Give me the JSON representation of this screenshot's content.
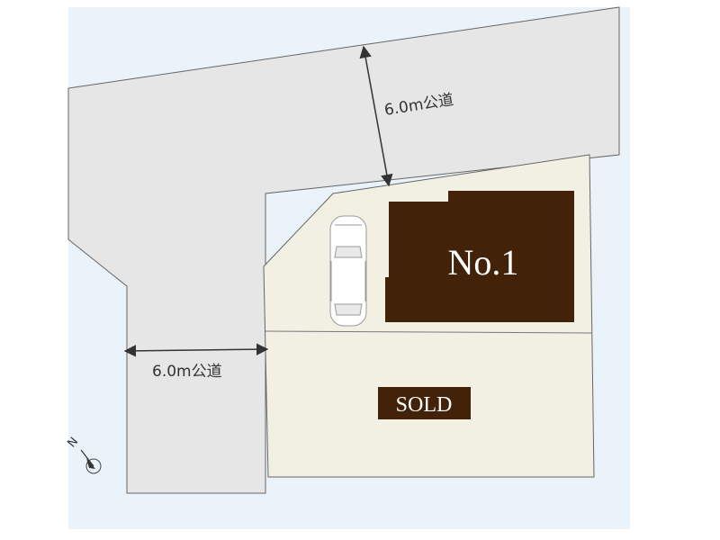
{
  "site_plan": {
    "road_north": {
      "label": "6.0m公道"
    },
    "road_west": {
      "label": "6.0m公道"
    },
    "lot_1": {
      "label": "No.1"
    },
    "lot_2": {
      "label": "SOLD"
    },
    "compass": {
      "label": "N",
      "icon": "north-arrow-icon"
    },
    "parking": {
      "icon": "car-icon"
    }
  },
  "colors": {
    "background": "#eaf3fa",
    "road": "#e6e6e6",
    "lot": "#f2f0e3",
    "building": "#42230a",
    "line": "#555555",
    "dimension": "#333333"
  }
}
